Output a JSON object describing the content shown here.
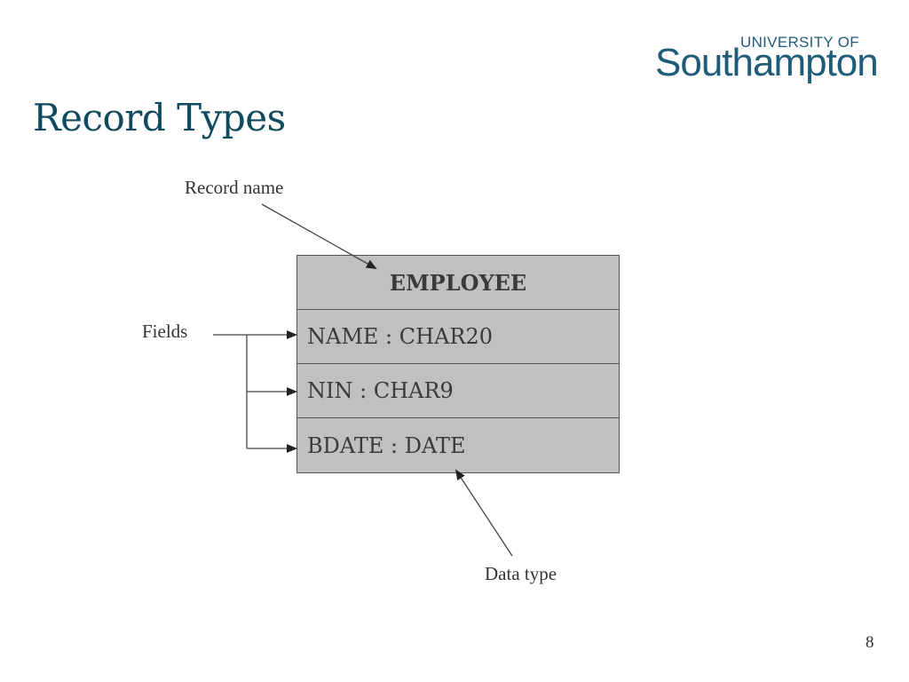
{
  "slide": {
    "title": "Record Types",
    "page_number": "8"
  },
  "logo": {
    "line1": "UNIVERSITY OF",
    "line2": "Southampton"
  },
  "diagram": {
    "annotations": {
      "record_name": "Record name",
      "fields": "Fields",
      "data_type": "Data type"
    },
    "record": {
      "name": "EMPLOYEE",
      "fields": [
        "NAME : CHAR20",
        "NIN : CHAR9",
        "BDATE : DATE"
      ]
    }
  },
  "colors": {
    "title": "#0f4a5f",
    "logo": "#1f5c7a",
    "record_fill": "#c0c0c0",
    "record_border": "#555555"
  }
}
